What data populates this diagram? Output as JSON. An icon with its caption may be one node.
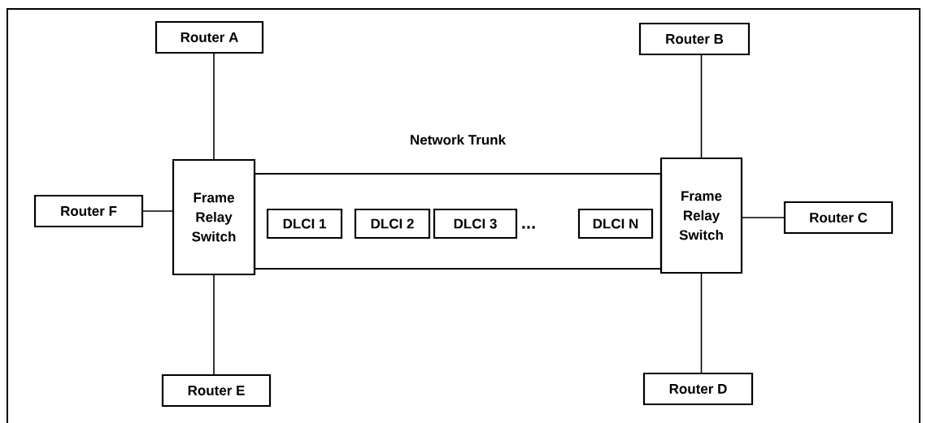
{
  "diagram": {
    "nodes": [
      {
        "text": [
          "Router A"
        ]
      },
      {
        "text": [
          "Router B"
        ]
      },
      {
        "text": [
          "Frame Relay Switch"
        ]
      },
      {
        "text": [
          "Router F"
        ]
      },
      {
        "text": [
          "Router C"
        ]
      },
      {
        "text": [
          "Frame Relay Switch"
        ]
      },
      {
        "text": [
          "Network Trunk"
        ]
      },
      {
        "text": [
          "DLCI 1"
        ],
        "in": 6
      },
      {
        "text": [
          "DLCI 2"
        ],
        "in": 6
      },
      {
        "text": [
          "DLCI 3"
        ],
        "in": 6
      },
      {
        "text": [
          "DLCI N"
        ],
        "in": 6
      },
      {
        "text": [
          "Router E"
        ]
      },
      {
        "text": [
          "Router D"
        ]
      }
    ],
    "edges": [
      {
        "from": 0,
        "to": 2,
        "arrow": "none"
      },
      {
        "from": 3,
        "to": 2,
        "arrow": "none"
      },
      {
        "from": 2,
        "to": 11,
        "arrow": "none"
      },
      {
        "from": 1,
        "to": 5,
        "arrow": "none"
      },
      {
        "from": 5,
        "to": 4,
        "arrow": "none"
      },
      {
        "from": 5,
        "to": 12,
        "arrow": "none"
      }
    ],
    "labels": [
      "..."
    ]
  }
}
